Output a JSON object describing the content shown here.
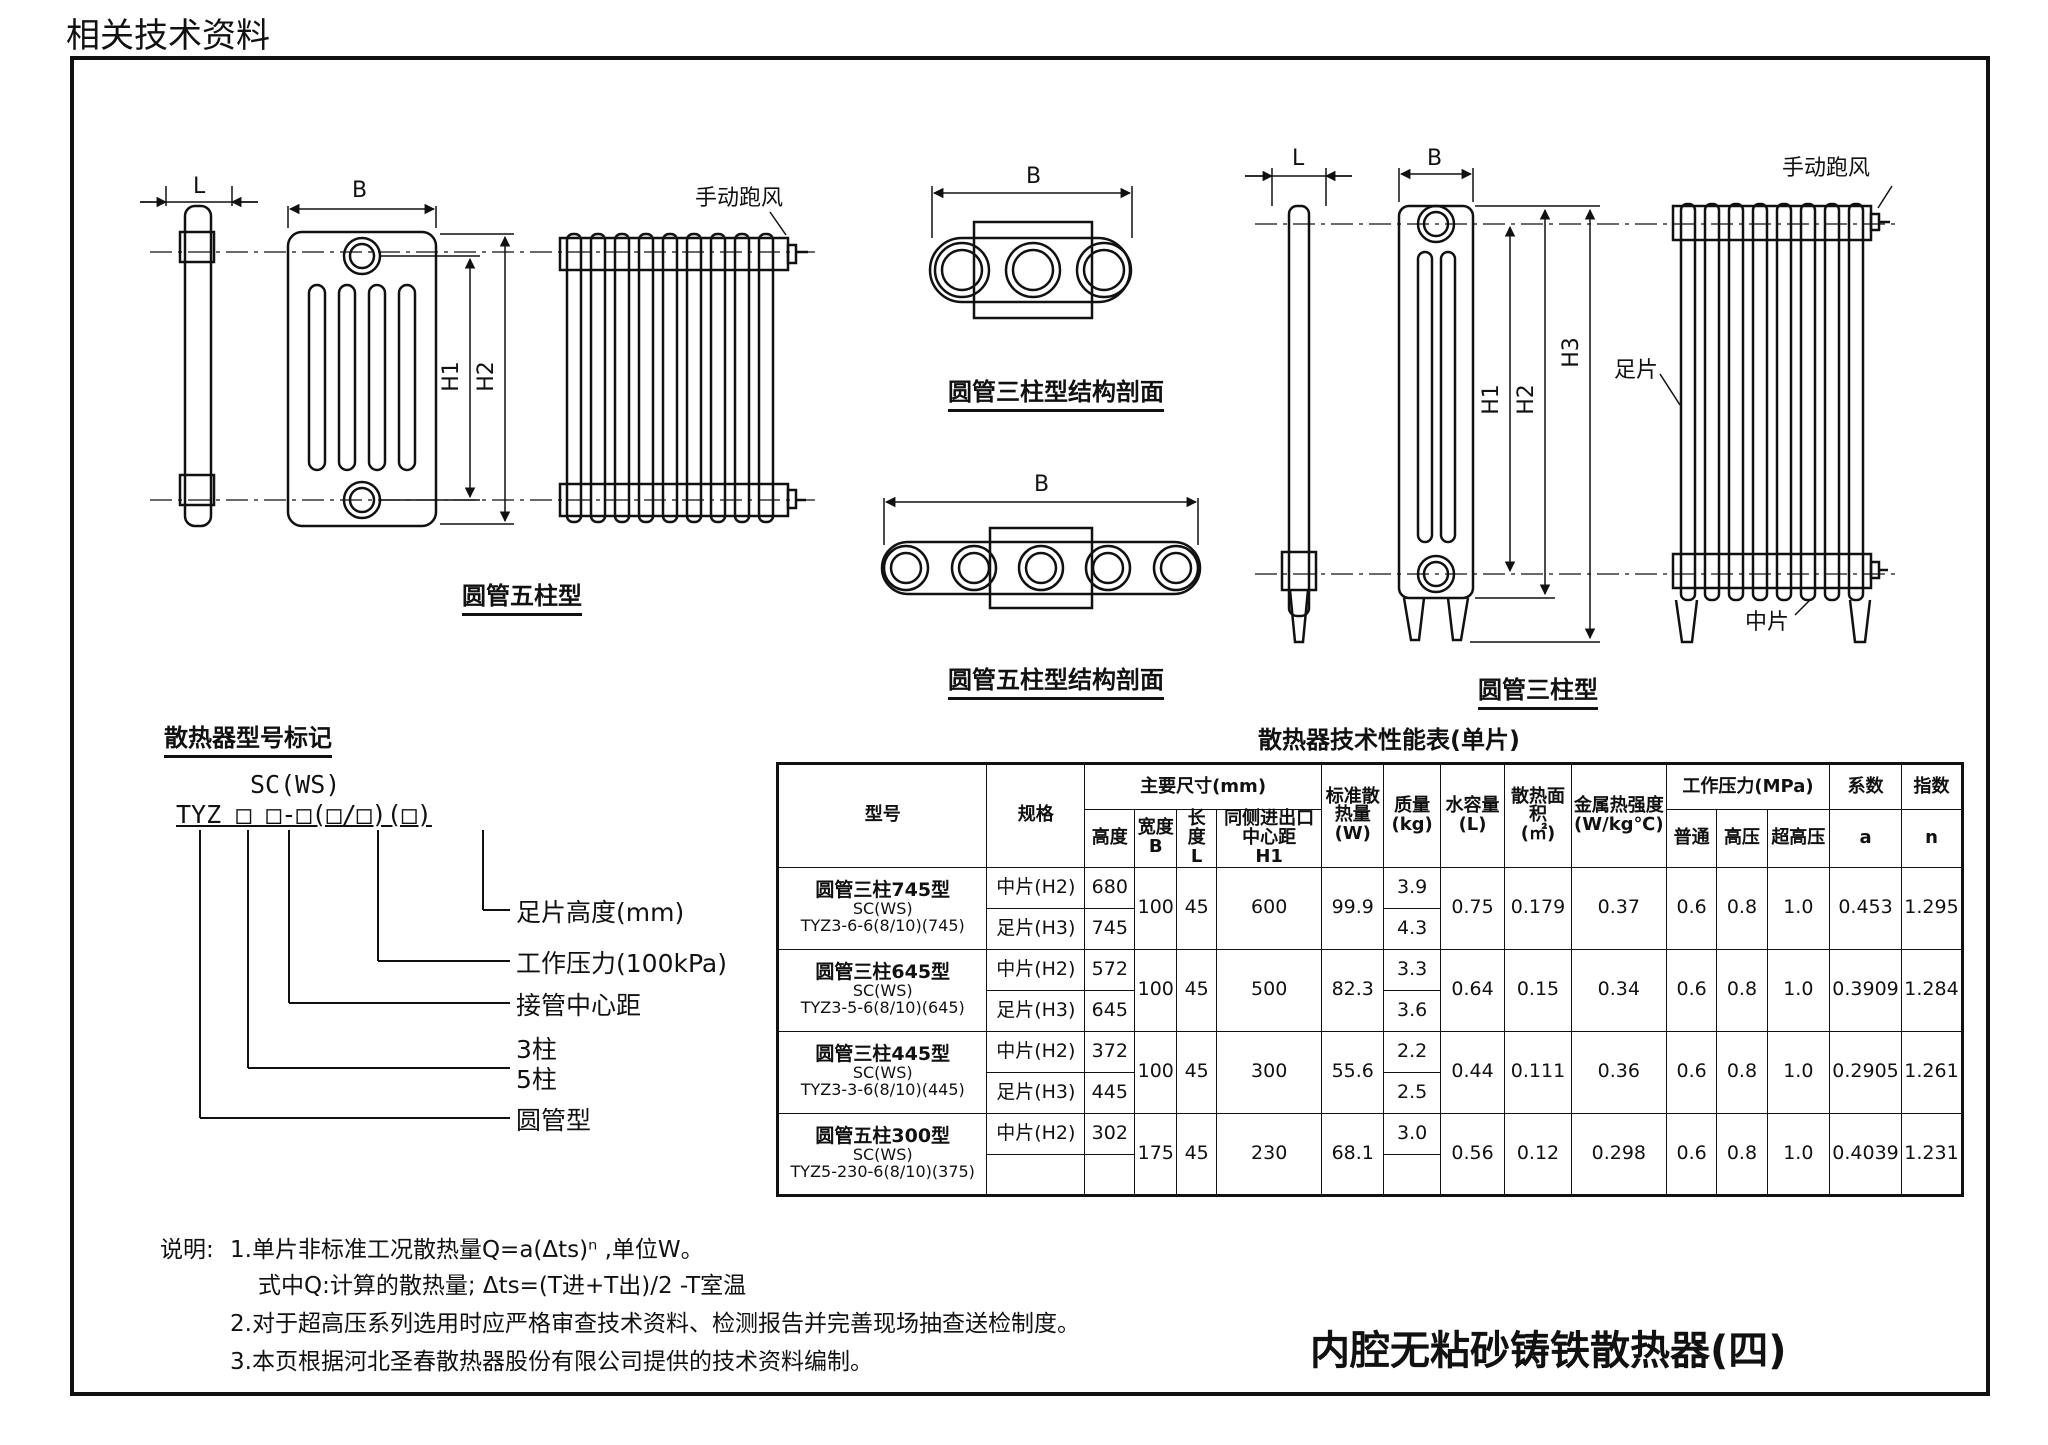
{
  "header": {
    "section": "相关技术资料"
  },
  "drawings": {
    "five_col": {
      "caption": "圆管五柱型",
      "dim_L": "L",
      "dim_B": "B",
      "dim_H1": "H1",
      "dim_H2": "H2",
      "vent": "手动跑风"
    },
    "three_section": {
      "caption": "圆管三柱型结构剖面",
      "dim_B": "B"
    },
    "five_section": {
      "caption": "圆管五柱型结构剖面",
      "dim_B": "B"
    },
    "three_col": {
      "caption": "圆管三柱型",
      "dim_L": "L",
      "dim_B": "B",
      "dim_H1": "H1",
      "dim_H2": "H2",
      "dim_H3": "H3",
      "vent": "手动跑风",
      "foot": "足片",
      "middle": "中片"
    }
  },
  "model_code": {
    "title": "散热器型号标记",
    "line1": "SC(WS)",
    "line2": "TYZ □ □-□(□/□)(□)",
    "legend": [
      "足片高度(mm)",
      "工作压力(100kPa)",
      "接管中心距",
      "3柱",
      "5柱",
      "圆管型"
    ]
  },
  "perf_table": {
    "title": "散热器技术性能表(单片)",
    "headers": {
      "model": "型号",
      "spec": "规格",
      "main_dims": "主要尺寸(mm)",
      "height": "高度",
      "width": "宽度",
      "width_sym": "B",
      "length": "长度",
      "length_sym": "L",
      "center": "同侧进出口中心距",
      "center_sym": "H1",
      "heat": "标准散热量",
      "heat_unit": "(W)",
      "mass": "质量",
      "mass_unit": "(kg)",
      "water": "水容量",
      "water_unit": "(L)",
      "area": "散热面积",
      "area_unit": "(㎡)",
      "metal": "金属热强度",
      "metal_unit": "(W/kg℃)",
      "pressure": "工作压力(MPa)",
      "p_normal": "普通",
      "p_high": "高压",
      "p_ultra": "超高压",
      "coef": "系数",
      "coef_sym": "a",
      "exp": "指数",
      "exp_sym": "n"
    },
    "rows": [
      {
        "m1": "圆管三柱745型",
        "m2": "SC(WS)",
        "m3": "TYZ3-6-6(8/10)(745)",
        "spec1": "中片(H2)",
        "h1": "680",
        "spec2": "足片(H3)",
        "h2": "745",
        "B": "100",
        "L": "45",
        "H1": "600",
        "Q": "99.9",
        "mass1": "3.9",
        "mass2": "4.3",
        "water": "0.75",
        "area": "0.179",
        "metal": "0.37",
        "pn": "0.6",
        "ph": "0.8",
        "pu": "1.0",
        "a": "0.453",
        "n": "1.295"
      },
      {
        "m1": "圆管三柱645型",
        "m2": "SC(WS)",
        "m3": "TYZ3-5-6(8/10)(645)",
        "spec1": "中片(H2)",
        "h1": "572",
        "spec2": "足片(H3)",
        "h2": "645",
        "B": "100",
        "L": "45",
        "H1": "500",
        "Q": "82.3",
        "mass1": "3.3",
        "mass2": "3.6",
        "water": "0.64",
        "area": "0.15",
        "metal": "0.34",
        "pn": "0.6",
        "ph": "0.8",
        "pu": "1.0",
        "a": "0.3909",
        "n": "1.284"
      },
      {
        "m1": "圆管三柱445型",
        "m2": "SC(WS)",
        "m3": "TYZ3-3-6(8/10)(445)",
        "spec1": "中片(H2)",
        "h1": "372",
        "spec2": "足片(H3)",
        "h2": "445",
        "B": "100",
        "L": "45",
        "H1": "300",
        "Q": "55.6",
        "mass1": "2.2",
        "mass2": "2.5",
        "water": "0.44",
        "area": "0.111",
        "metal": "0.36",
        "pn": "0.6",
        "ph": "0.8",
        "pu": "1.0",
        "a": "0.2905",
        "n": "1.261"
      },
      {
        "m1": "圆管五柱300型",
        "m2": "SC(WS)",
        "m3": "TYZ5-230-6(8/10)(375)",
        "spec1": "中片(H2)",
        "h1": "302",
        "spec2": "",
        "h2": "",
        "B": "175",
        "L": "45",
        "H1": "230",
        "Q": "68.1",
        "mass1": "3.0",
        "mass2": "",
        "water": "0.56",
        "area": "0.12",
        "metal": "0.298",
        "pn": "0.6",
        "ph": "0.8",
        "pu": "1.0",
        "a": "0.4039",
        "n": "1.231"
      }
    ]
  },
  "notes": {
    "label": "说明:",
    "n1": "1.单片非标准工况散热量Q=a(Δts)ⁿ ,单位W。",
    "n1b": "式中Q:计算的散热量; Δts=(T进+T出)/2 -T室温",
    "n2": "2.对于超高压系列选用时应严格审查技术资料、检测报告并完善现场抽查送检制度。",
    "n3": "3.本页根据河北圣春散热器股份有限公司提供的技术资料编制。"
  },
  "page_title": "内腔无粘砂铸铁散热器(四)"
}
